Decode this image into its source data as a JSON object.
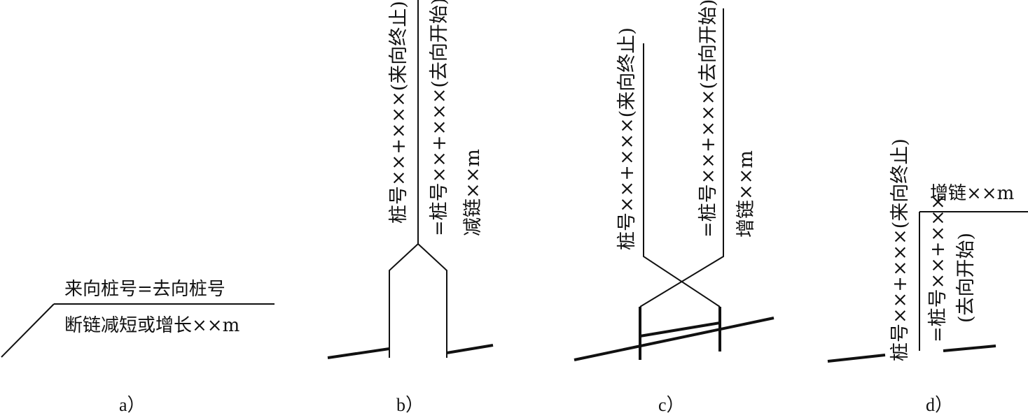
{
  "panel_a": {
    "top_text": "来向桩号=去向桩号",
    "bottom_text": "断链减短或增长××m",
    "caption": "a）"
  },
  "panel_b": {
    "left_text": "桩号××+×××(来向终止)",
    "right_text": "=桩号××+×××(去向开始)",
    "note_text": "减链××m",
    "caption": "b）"
  },
  "panel_c": {
    "left_text": "桩号××+×××(来向终止)",
    "right_text": "=桩号××+×××(去向开始)",
    "note_text": "增链××m",
    "caption": "c）"
  },
  "panel_d": {
    "left_text": "桩号××+×××(来向终止)",
    "right_text_line1": "=桩号××+×××",
    "right_text_line2": "(去向开始)",
    "note_text": "增链××m",
    "caption": "d）"
  }
}
